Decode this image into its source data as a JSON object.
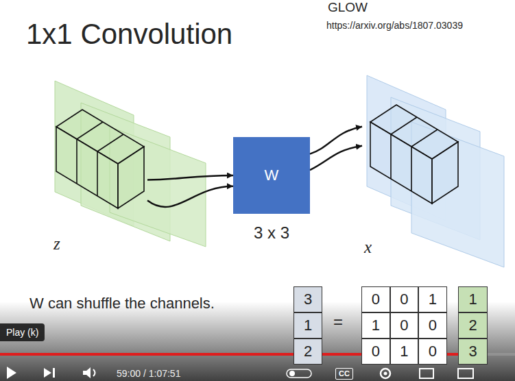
{
  "diagram": {
    "title": "1x1 Convolution",
    "nodes": [
      {
        "text": [
          "z"
        ]
      },
      {
        "text": [
          "W",
          "3 x 3"
        ]
      },
      {
        "text": [
          "x"
        ]
      }
    ],
    "edges": [
      {
        "from": 0,
        "to": 1,
        "arrow": "to"
      },
      {
        "from": 1,
        "to": 2,
        "arrow": "to"
      }
    ],
    "labels": [
      "GLOW",
      "https://arxiv.org/abs/1807.03039",
      "W can shuffle the channels.",
      "3",
      "1",
      "2",
      "=",
      "0",
      "0",
      "1",
      "1",
      "0",
      "0",
      "0",
      "1",
      "0",
      "1",
      "2",
      "3",
      "Play (k)",
      "59:00 / 1:07:51",
      "CC"
    ]
  }
}
